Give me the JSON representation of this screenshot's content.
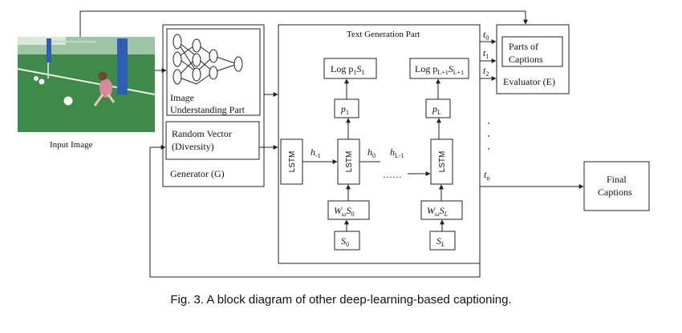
{
  "image_label": "Input Image",
  "generator": {
    "title": "Generator (G)",
    "image_part_line1": "Image",
    "image_part_line2": "Understanding Part",
    "random_line1": "Random Vector",
    "random_line2": "(Diversity)"
  },
  "text_gen": {
    "title": "Text Generation Part",
    "lstm": "LSTM",
    "h_prev": "h",
    "h_prev_sub": "-1",
    "h0": "h",
    "h0_sub": "0",
    "hL1": "h",
    "hL1_sub": "L-1",
    "dots": "……",
    "log1_prefix": "Log p",
    "log1_sub1": "1",
    "log1_mid": "S",
    "log1_sub2": "1",
    "logL_prefix": "Log p",
    "logL_sub1": "L+1",
    "logL_mid": "S",
    "logL_sub2": "L+1",
    "p1": "p",
    "p1_sub": "1",
    "pL": "p",
    "pL_sub": "L",
    "we0": "W",
    "we0_sub1": "ω",
    "we0_mid": "S",
    "we0_sub2": "0",
    "weL": "W",
    "weL_sub1": "ω",
    "weL_mid": "S",
    "weL_sub2": "L",
    "s0": "S",
    "s0_sub": "0",
    "sL": "S",
    "sL_sub": "L"
  },
  "evaluator": {
    "title": "Evaluator (E)",
    "parts_line1": "Parts of",
    "parts_line2": "Captions"
  },
  "t_labels": {
    "t0": "t",
    "t0_sub": "0",
    "t1": "t",
    "t1_sub": "1",
    "t2": "t",
    "t2_sub": "2",
    "tn": "t",
    "tn_sub": "n"
  },
  "final": {
    "line1": "Final",
    "line2": "Captions"
  },
  "caption": "Fig. 3.  A block diagram of other deep-learning-based captioning."
}
